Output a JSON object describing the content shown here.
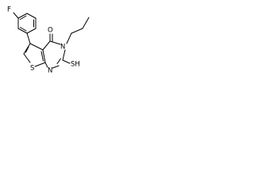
{
  "labels": {
    "fluorine": "F",
    "carbonyl_oxygen": "O",
    "ring_nitrogen_upper": "N",
    "ring_nitrogen_lower": "N",
    "thiophene_sulfur": "S",
    "thiol": "SH"
  },
  "colors": {
    "bond": "#000000",
    "text": "#000000",
    "background": "#ffffff"
  }
}
